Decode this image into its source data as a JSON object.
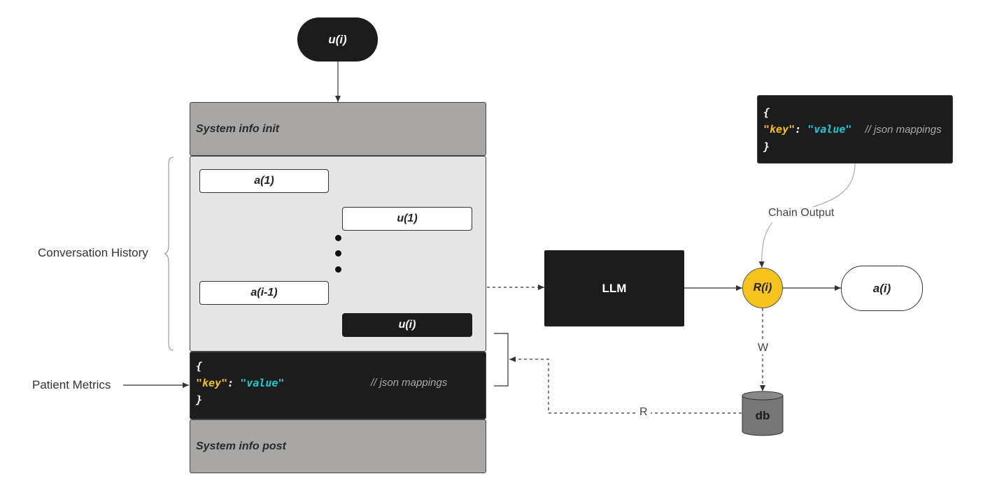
{
  "top_input": "u(i)",
  "system_init": "System info init",
  "system_post": "System info post",
  "conversation_history_label": "Conversation History",
  "patient_metrics_label": "Patient Metrics",
  "history": {
    "a1": "a(1)",
    "u1": "u(1)",
    "a_prev": "a(i-1)",
    "u_i": "u(i)"
  },
  "patient_json": {
    "open": "{",
    "key": "\"key\"",
    "sep": ": ",
    "value": "\"value\"",
    "comment": "// json mappings",
    "close": "}"
  },
  "chain_json": {
    "open": "{",
    "key": "\"key\"",
    "sep": ": ",
    "value": "\"value\"",
    "comment": "// json mappings",
    "close": "}"
  },
  "llm": "LLM",
  "router": "R(i)",
  "output": "a(i)",
  "chain_output_label": "Chain Output",
  "write_label": "W",
  "read_label": "R",
  "db": "db",
  "colors": {
    "dark": "#1c1c1c",
    "gray_section": "#a8a7a5",
    "history_bg": "#e5e5e5",
    "router": "#f5c31b",
    "json_key": "#f0c020",
    "json_value": "#1fc8d0"
  }
}
